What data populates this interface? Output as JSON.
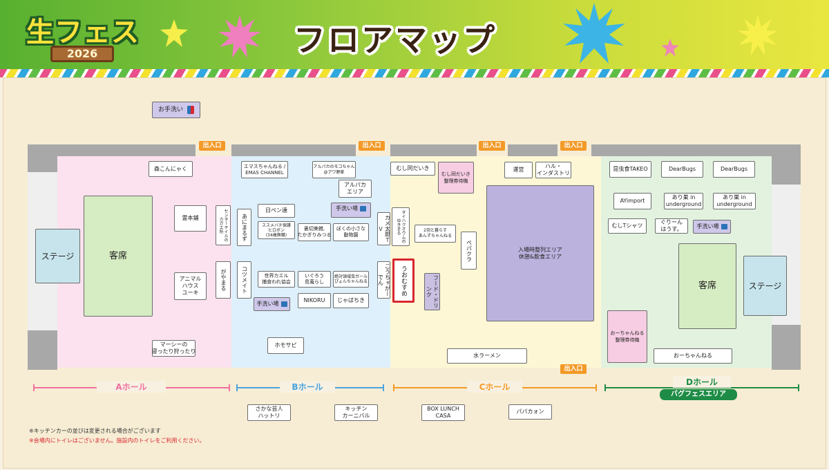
{
  "header": {
    "logo_text": "生フェス",
    "logo_year": "2026",
    "title": "フロアマップ"
  },
  "toilet_sign": "お手洗い",
  "exit_label": "出入口",
  "halls": [
    {
      "label": "Aホール",
      "color": "#f2709f"
    },
    {
      "label": "Bホール",
      "color": "#4aa3dd"
    },
    {
      "label": "Cホール",
      "color": "#f39a28"
    },
    {
      "label": "Dホール",
      "color": "#1e8c46",
      "badge": "バグフェスエリア"
    }
  ],
  "hall_a": {
    "stage": "ステージ",
    "seats": "客席",
    "booths": [
      "森こんにゃく",
      "霊本鋪",
      "アニマル\nハウス\nユーキ",
      "マーシーの\n寝ったり狩ったり"
    ],
    "vertical_booths": [
      "センターテイルの\nカガエ所",
      "がやまる"
    ]
  },
  "hall_b": {
    "booths": [
      "エマスちゃんねる /\nEMAS CHANNEL",
      "アルパカのモコちゃん\n@アワ野家",
      "アルパカ\nエリア",
      "日ペン達",
      "ススメバチ保護\nヒロボン\n(34歳無職)",
      "裏切美雑,\nたかぎりみつる",
      "ぼくの小さな\n動物園",
      "世界カエル\n捕食われ協会",
      "いぐろう\n島蒐らし",
      "絶対領域虫ガール\nぴょんちゃんねる",
      "NIKORU",
      "じゃばちき",
      "ホモサピ"
    ],
    "vertical_booths": [
      "あにまるず",
      "コツメイト",
      "カメ太郎ＴＶ",
      "こうちゃがーでん",
      "タイハクオウムのゆきまる"
    ],
    "hand_wash": "手洗い場"
  },
  "hall_c": {
    "booths": [
      "むし同だいき",
      "むし同だいき\n整理券待機",
      "運営",
      "ハル・\nインダストリ",
      "2羽と暮らす\nあんずちゃんねる",
      "水ラーメン"
    ],
    "vertical_booths": [
      "ペパクラ"
    ],
    "highlight": "うおむすめ",
    "food_drink": "フード・ドリンク",
    "queue_area": "入場時整列エリア\n休憩&飲食エリア"
  },
  "hall_d": {
    "stage": "ステージ",
    "seats": "客席",
    "booths": [
      "昆虫食TAKEO",
      "DearBugs",
      "DearBugs",
      "AYimport",
      "あり巣 in\nunderground",
      "あり巣 in\nunderground",
      "むしTシャツ",
      "ぐりーん\nはうす。",
      "おーちゃんねる\n整理券待機",
      "おーちゃんねる"
    ]
  },
  "kitchen_cars": [
    "さかな芸人\nハットリ",
    "キッチン\nカーニバル",
    "BOX LUNCH\nCASA",
    "パパカォン"
  ],
  "notes": [
    "※キッチンカーの並びは変更される場合がございます",
    "※会場内にトイレはございません。施設内のトイレをご利用ください。"
  ],
  "colors": {
    "header_green": "#58b030",
    "hall_a_bg": "#fbe2ee",
    "hall_b_bg": "#def0fb",
    "hall_c_bg": "#fdf7d5",
    "hall_d_bg": "#e2f2df",
    "exit": "#f39a28",
    "highlight_border": "#d8262d"
  }
}
